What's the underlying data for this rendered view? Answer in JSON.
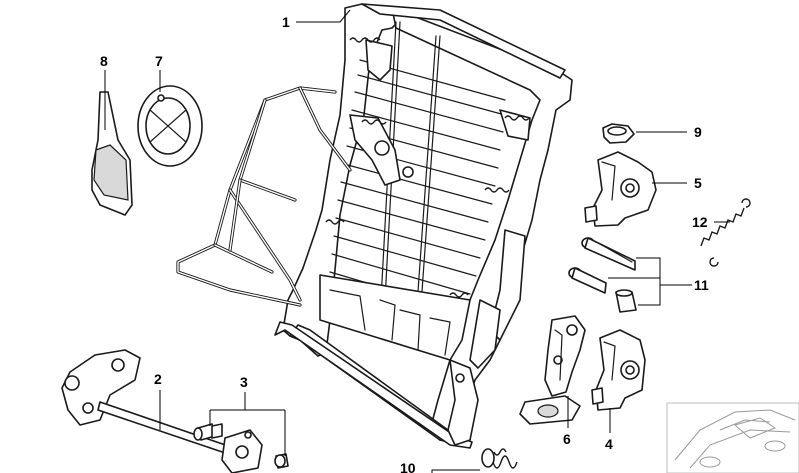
{
  "callouts": {
    "c1": "1",
    "c2": "2",
    "c3": "3",
    "c4": "4",
    "c5": "5",
    "c6": "6",
    "c7": "7",
    "c8": "8",
    "c9": "9",
    "c10": "10",
    "c11": "11",
    "c12": "12"
  },
  "colors": {
    "line": "#1a1a1a",
    "background": "#ffffff",
    "shade": "#d9d9d9",
    "thumbnail": "#9a9a9a"
  },
  "icons": {
    "thumbnail": "car-outline-icon"
  }
}
